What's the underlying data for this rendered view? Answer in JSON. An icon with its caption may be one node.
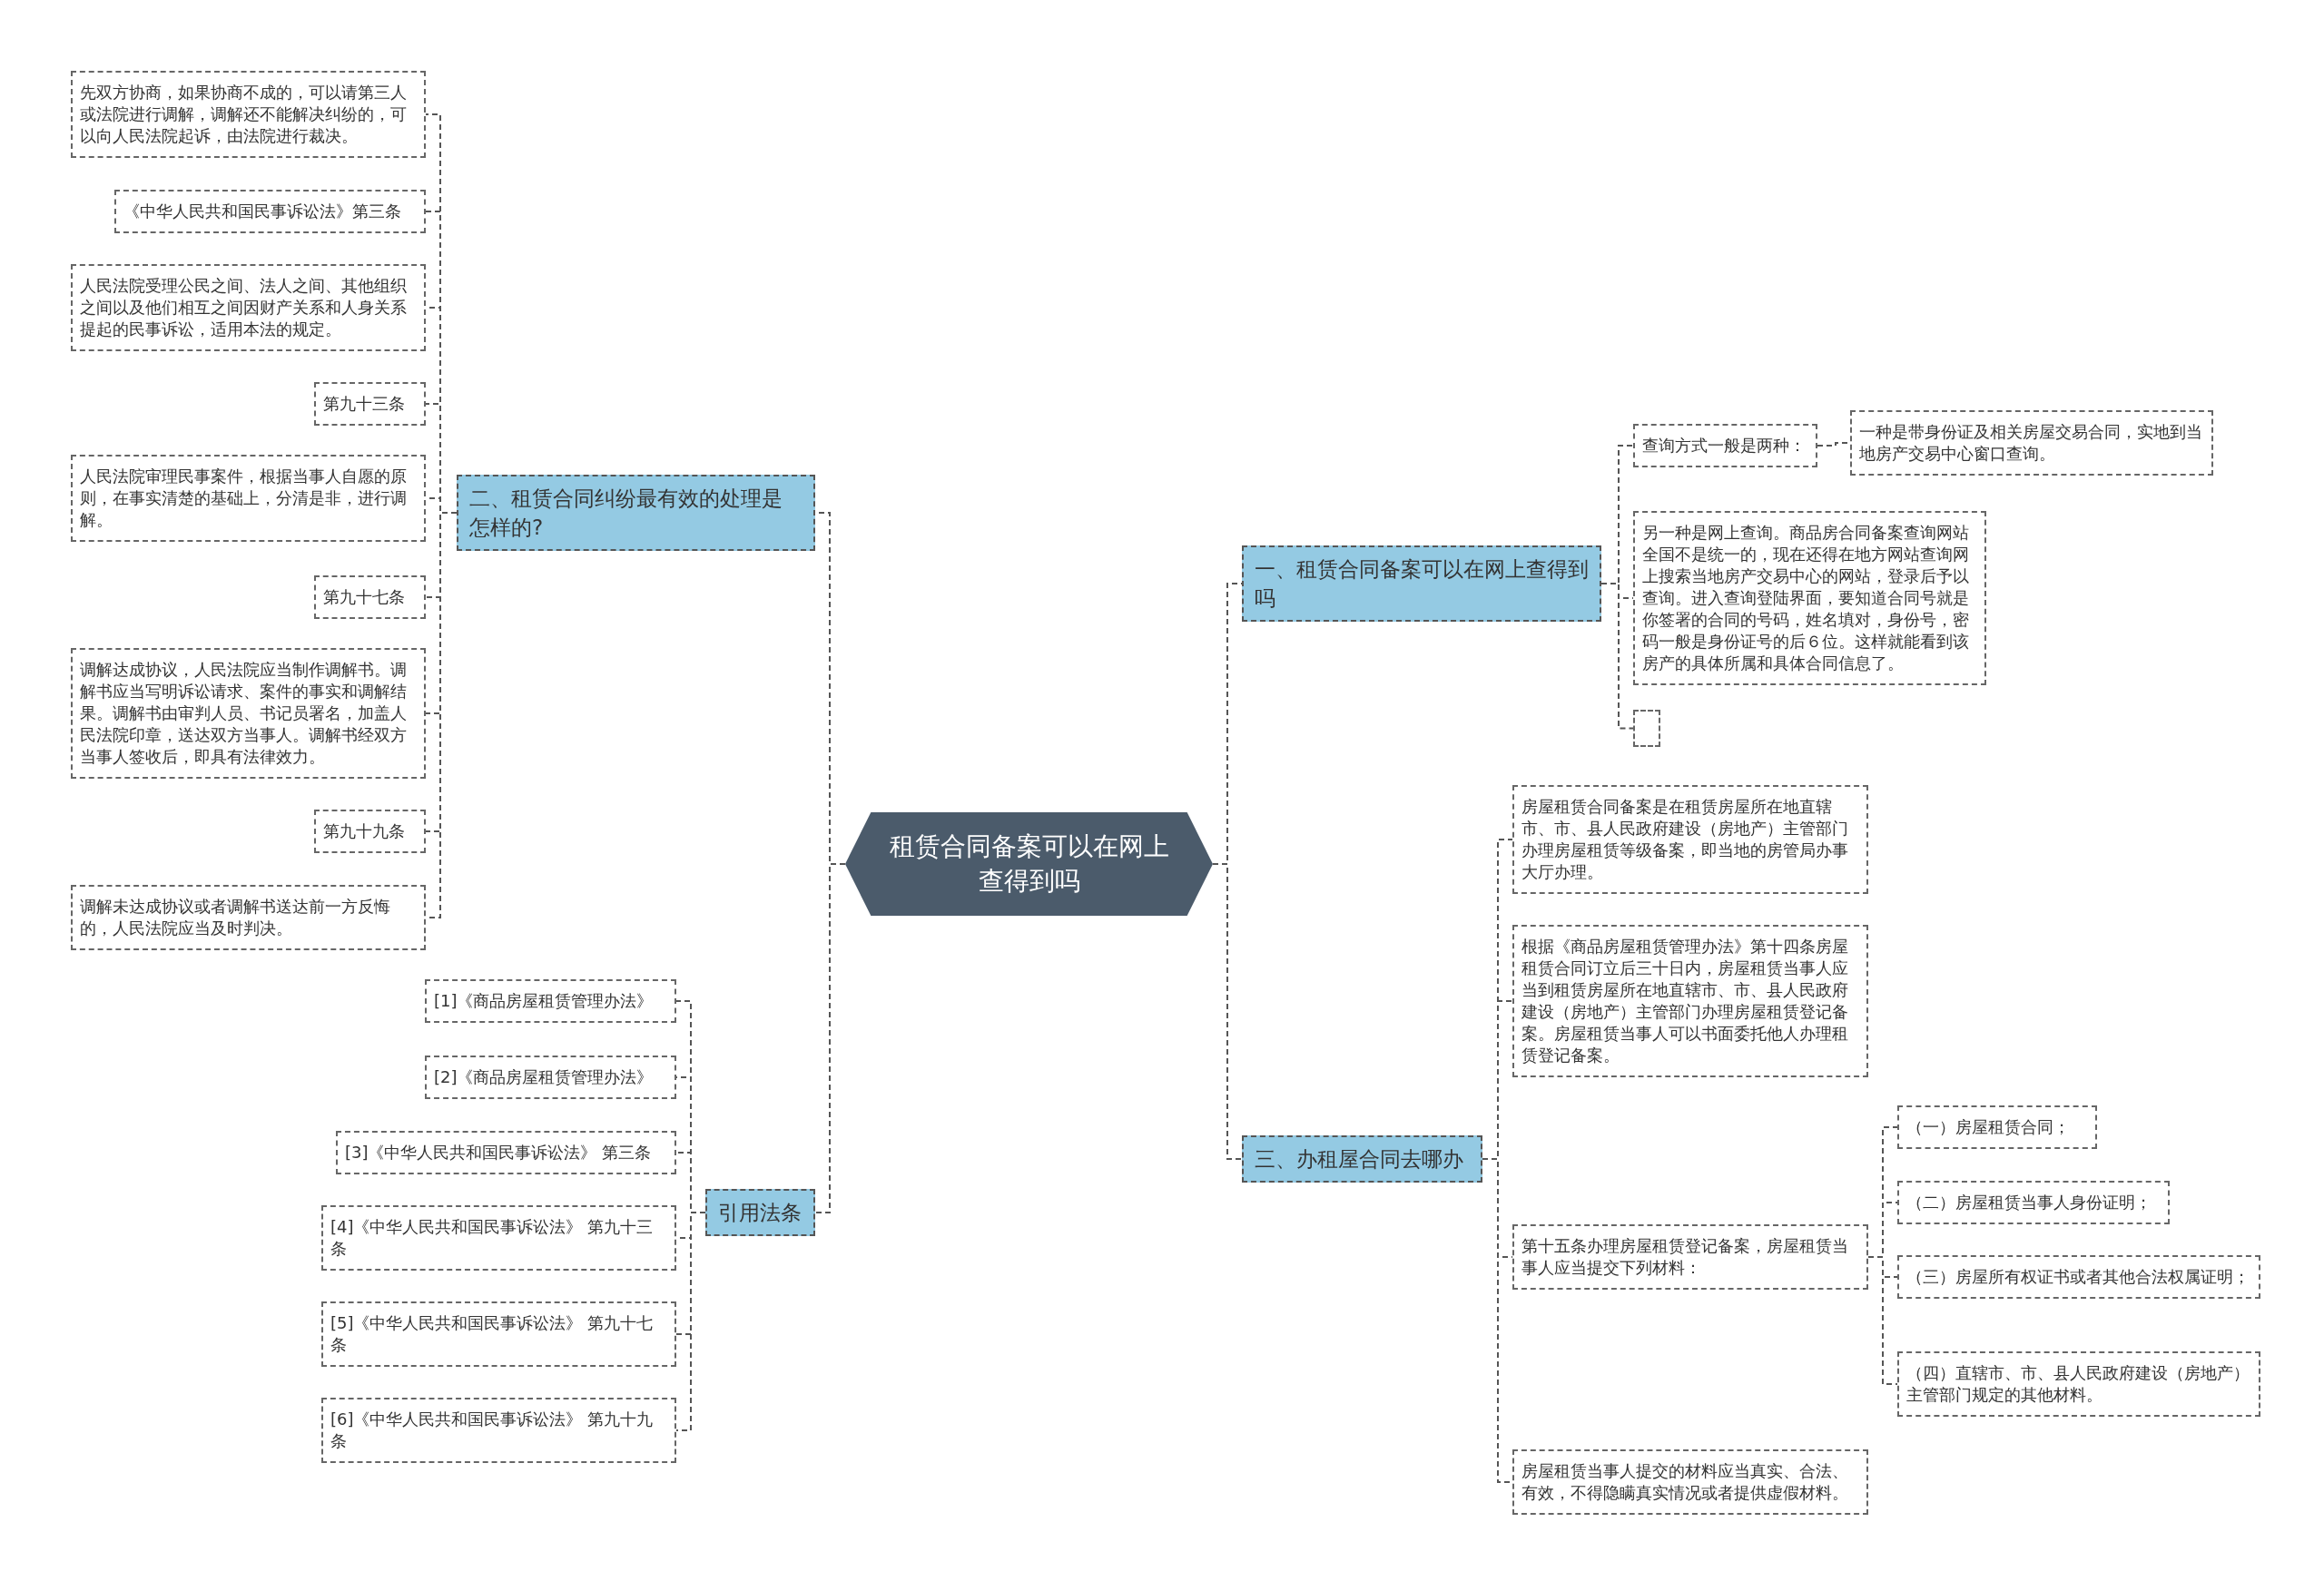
{
  "diagram": {
    "nodes": [
      {
        "text": [
          "租赁合同备案可以在网上查得到吗"
        ]
      },
      {
        "text": [
          "一、租赁合同备案可以在网上查得到吗"
        ]
      },
      {
        "text": [
          "查询方式一般是两种："
        ]
      },
      {
        "text": [
          "一种是带身份证及相关房屋交易合同，实地到当地房产交易中心窗口查询。"
        ]
      },
      {
        "text": [
          "另一种是网上查询。商品房合同备案查询网站全国不是统一的，现在还得在地方网站查询网上搜索当地房产交易中心的网站，登录后予以查询。进入查询登陆界面，要知道合同号就是你签署的合同的号码，姓名填对，身份号，密码一般是身份证号的后６位。这样就能看到该房产的具体所属和具体合同信息了。"
        ]
      },
      {
        "text": [],
        "shape": "box"
      },
      {
        "text": [
          "三、办租屋合同去哪办"
        ]
      },
      {
        "text": [
          "房屋租赁合同备案是在租赁房屋所在地直辖市、市、县人民政府建设（房地产）主管部门办理房屋租赁等级备案，即当地的房管局办事大厅办理。"
        ]
      },
      {
        "text": [
          "根据《商品房屋租赁管理办法》第十四条房屋租赁合同订立后三十日内，房屋租赁当事人应当到租赁房屋所在地直辖市、市、县人民政府建设（房地产）主管部门办理房屋租赁登记备案。房屋租赁当事人可以书面委托他人办理租赁登记备案。"
        ]
      },
      {
        "text": [
          "第十五条办理房屋租赁登记备案，房屋租赁当事人应当提交下列材料："
        ]
      },
      {
        "text": [
          "（一）房屋租赁合同；"
        ]
      },
      {
        "text": [
          "（二）房屋租赁当事人身份证明；"
        ]
      },
      {
        "text": [
          "（三）房屋所有权证书或者其他合法权属证明；"
        ]
      },
      {
        "text": [
          "（四）直辖市、市、县人民政府建设（房地产）主管部门规定的其他材料。"
        ]
      },
      {
        "text": [
          "房屋租赁当事人提交的材料应当真实、合法、有效，不得隐瞒真实情况或者提供虚假材料。"
        ]
      },
      {
        "text": [
          "二、租赁合同纠纷最有效的处理是怎样的?"
        ]
      },
      {
        "text": [
          "先双方协商，如果协商不成的，可以请第三人或法院进行调解，调解还不能解决纠纷的，可以向人民法院起诉，由法院进行裁决。"
        ]
      },
      {
        "text": [
          "《中华人民共和国民事诉讼法》第三条"
        ]
      },
      {
        "text": [
          "人民法院受理公民之间、法人之间、其他组织之间以及他们相互之间因财产关系和人身关系提起的民事诉讼，适用本法的规定。"
        ]
      },
      {
        "text": [
          "第九十三条"
        ]
      },
      {
        "text": [
          "人民法院审理民事案件，根据当事人自愿的原则，在事实清楚的基础上，分清是非，进行调解。"
        ]
      },
      {
        "text": [
          "第九十七条"
        ]
      },
      {
        "text": [
          "调解达成协议，人民法院应当制作调解书。调解书应当写明诉讼请求、案件的事实和调解结果。调解书由审判人员、书记员署名，加盖人民法院印章，送达双方当事人。调解书经双方当事人签收后，即具有法律效力。"
        ]
      },
      {
        "text": [
          "第九十九条"
        ]
      },
      {
        "text": [
          "调解未达成协议或者调解书送达前一方反悔的，人民法院应当及时判决。"
        ]
      },
      {
        "text": [
          "引用法条"
        ]
      },
      {
        "text": [
          "[1]《商品房屋租赁管理办法》"
        ]
      },
      {
        "text": [
          "[2]《商品房屋租赁管理办法》"
        ]
      },
      {
        "text": [
          "[3]《中华人民共和国民事诉讼法》 第三条"
        ]
      },
      {
        "text": [
          "[4]《中华人民共和国民事诉讼法》 第九十三条"
        ]
      },
      {
        "text": [
          "[5]《中华人民共和国民事诉讼法》 第九十七条"
        ]
      },
      {
        "text": [
          "[6]《中华人民共和国民事诉讼法》 第九十九条"
        ]
      }
    ],
    "edges": [
      {
        "from": 0,
        "to": 1,
        "arrow": "none"
      },
      {
        "from": 1,
        "to": 2,
        "arrow": "none"
      },
      {
        "from": 2,
        "to": 3,
        "arrow": "none"
      },
      {
        "from": 1,
        "to": 4,
        "arrow": "none"
      },
      {
        "from": 1,
        "to": 5,
        "arrow": "none"
      },
      {
        "from": 0,
        "to": 6,
        "arrow": "none"
      },
      {
        "from": 6,
        "to": 7,
        "arrow": "none"
      },
      {
        "from": 6,
        "to": 8,
        "arrow": "none"
      },
      {
        "from": 6,
        "to": 9,
        "arrow": "none"
      },
      {
        "from": 9,
        "to": 10,
        "arrow": "none"
      },
      {
        "from": 9,
        "to": 11,
        "arrow": "none"
      },
      {
        "from": 9,
        "to": 12,
        "arrow": "none"
      },
      {
        "from": 9,
        "to": 13,
        "arrow": "none"
      },
      {
        "from": 6,
        "to": 14,
        "arrow": "none"
      },
      {
        "from": 0,
        "to": 15,
        "arrow": "none"
      },
      {
        "from": 15,
        "to": 16,
        "arrow": "none"
      },
      {
        "from": 15,
        "to": 17,
        "arrow": "none"
      },
      {
        "from": 15,
        "to": 18,
        "arrow": "none"
      },
      {
        "from": 15,
        "to": 19,
        "arrow": "none"
      },
      {
        "from": 15,
        "to": 20,
        "arrow": "none"
      },
      {
        "from": 15,
        "to": 21,
        "arrow": "none"
      },
      {
        "from": 15,
        "to": 22,
        "arrow": "none"
      },
      {
        "from": 15,
        "to": 23,
        "arrow": "none"
      },
      {
        "from": 15,
        "to": 24,
        "arrow": "none"
      },
      {
        "from": 0,
        "to": 25,
        "arrow": "none"
      },
      {
        "from": 25,
        "to": 26,
        "arrow": "none"
      },
      {
        "from": 25,
        "to": 27,
        "arrow": "none"
      },
      {
        "from": 25,
        "to": 28,
        "arrow": "none"
      },
      {
        "from": 25,
        "to": 29,
        "arrow": "none"
      },
      {
        "from": 25,
        "to": 30,
        "arrow": "none"
      },
      {
        "from": 25,
        "to": 31,
        "arrow": "none"
      }
    ]
  }
}
